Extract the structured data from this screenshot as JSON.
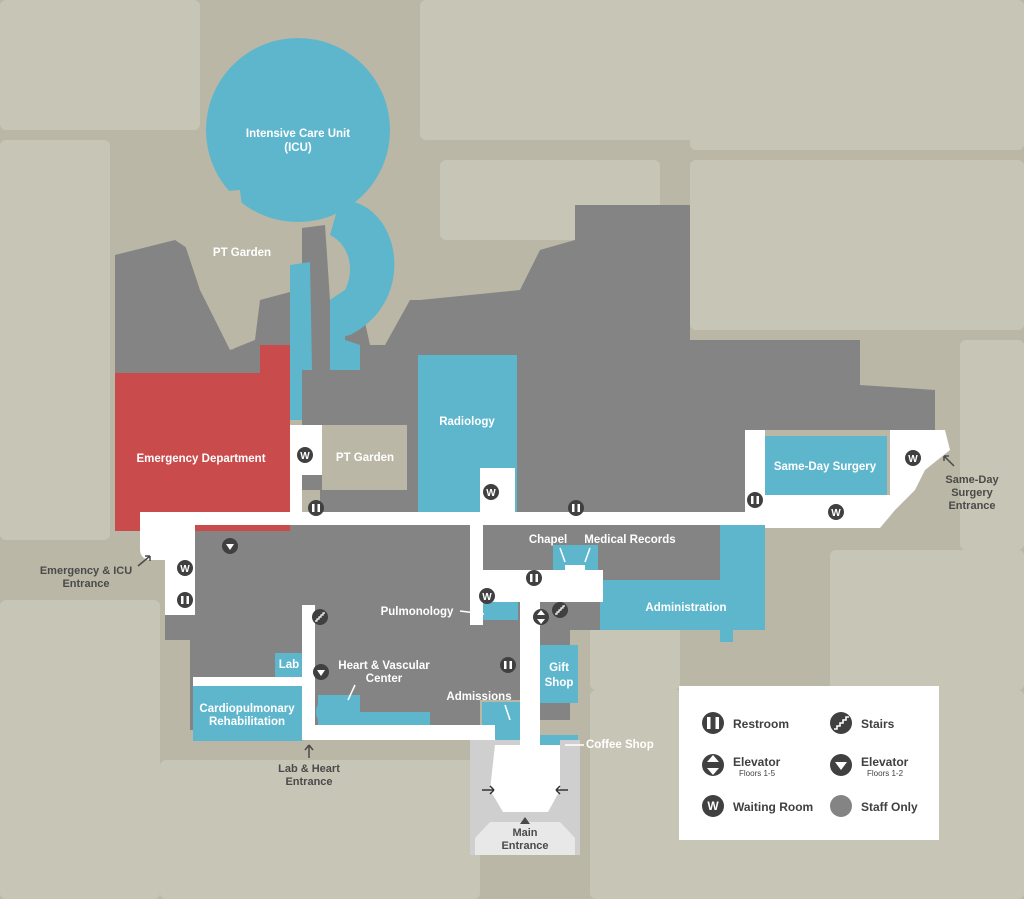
{
  "colors": {
    "background": "#bab7a6",
    "streets": "#c7c5b6",
    "building": "#848484",
    "department": "#5eb6cd",
    "emergency": "#c94b4b",
    "corridor": "#ffffff",
    "lobby": "#cfcfcf",
    "icon": "#404040"
  },
  "departments": {
    "icu": {
      "line1": "Intensive Care Unit",
      "line2": "(ICU)"
    },
    "pt_garden_north": "PT Garden",
    "pt_garden_mid": "PT Garden",
    "emergency": "Emergency Department",
    "radiology": "Radiology",
    "same_day_surgery": "Same-Day Surgery",
    "chapel": "Chapel",
    "medical_records": "Medical Records",
    "administration": "Administration",
    "pulmonology": "Pulmonology",
    "lab": "Lab",
    "heart_vascular": {
      "line1": "Heart & Vascular",
      "line2": "Center"
    },
    "cardio_rehab": {
      "line1": "Cardiopulmonary",
      "line2": "Rehabilitation"
    },
    "admissions": "Admissions",
    "gift_shop": {
      "line1": "Gift",
      "line2": "Shop"
    },
    "coffee_shop": "Coffee Shop"
  },
  "entrances": {
    "emergency_icu": {
      "line1": "Emergency & ICU",
      "line2": "Entrance"
    },
    "lab_heart": {
      "line1": "Lab & Heart",
      "line2": "Entrance"
    },
    "main": {
      "line1": "Main",
      "line2": "Entrance"
    },
    "same_day": {
      "line1": "Same-Day",
      "line2": "Surgery",
      "line3": "Entrance"
    }
  },
  "icons": {
    "waiting_letter": "W",
    "restroom_glyph": "🚻",
    "stairs_glyph": "⌐",
    "elevator_glyph": "⬍"
  },
  "legend": {
    "restroom": "Restroom",
    "stairs": "Stairs",
    "elevator_1_5": {
      "label": "Elevator",
      "sub": "Floors 1-5"
    },
    "elevator_1_2": {
      "label": "Elevator",
      "sub": "Floors 1-2"
    },
    "waiting_room": "Waiting Room",
    "staff_only": "Staff Only"
  }
}
